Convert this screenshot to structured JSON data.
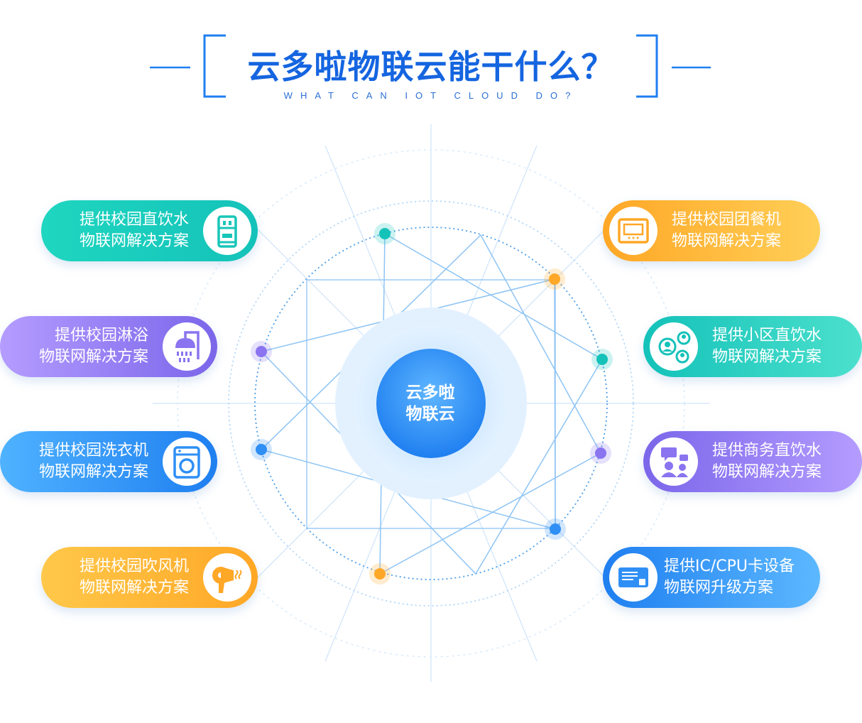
{
  "title": {
    "main": "云多啦物联云能干什么？",
    "sub": "WHAT CAN IOT CLOUD DO?"
  },
  "center": {
    "line1": "云多啦",
    "line2": "物联云"
  },
  "colors": {
    "primary": "#1565e0",
    "teal": "#1fd6c0",
    "purple": "#8a74f0",
    "blue": "#2f8ff5",
    "orange": "#ffb02e"
  },
  "solutions_left": [
    {
      "line1": "提供校园直饮水",
      "line2": "物联网解决方案",
      "icon": "water-dispenser-icon",
      "color": "teal"
    },
    {
      "line1": "提供校园淋浴",
      "line2": "物联网解决方案",
      "icon": "shower-icon",
      "color": "purple"
    },
    {
      "line1": "提供校园洗衣机",
      "line2": "物联网解决方案",
      "icon": "washing-machine-icon",
      "color": "blue"
    },
    {
      "line1": "提供校园吹风机",
      "line2": "物联网解决方案",
      "icon": "hair-dryer-icon",
      "color": "orange"
    }
  ],
  "solutions_right": [
    {
      "line1": "提供校园团餐机",
      "line2": "物联网解决方案",
      "icon": "meal-terminal-icon",
      "color": "orange"
    },
    {
      "line1": "提供小区直饮水",
      "line2": "物联网解决方案",
      "icon": "community-icon",
      "color": "teal"
    },
    {
      "line1": "提供商务直饮水",
      "line2": "物联网解决方案",
      "icon": "business-icon",
      "color": "purple"
    },
    {
      "line1": "提供IC/CPU卡设备",
      "line2": "物联网升级方案",
      "icon": "card-device-icon",
      "color": "blue"
    }
  ]
}
